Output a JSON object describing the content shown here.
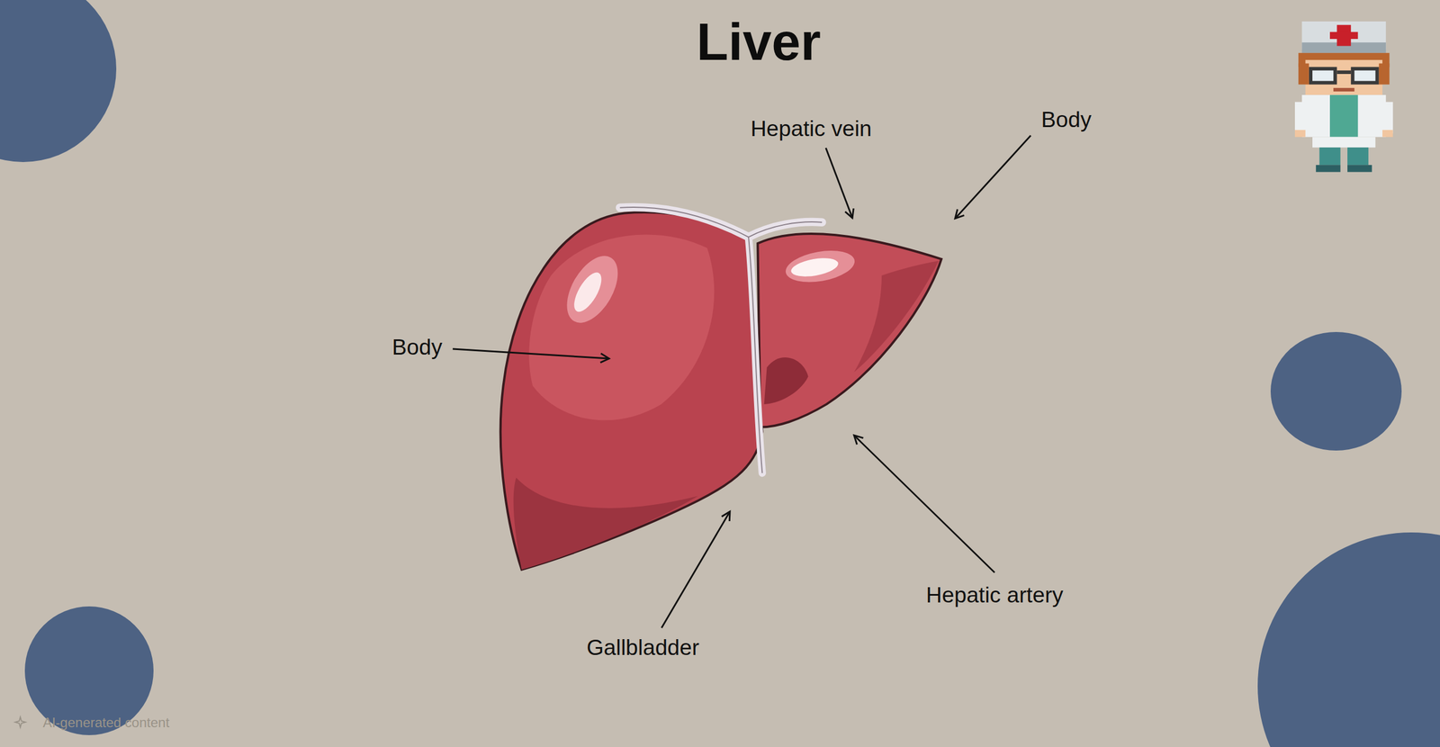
{
  "diagram": {
    "title": "Liver",
    "labels": [
      "Hepatic vein",
      "Body",
      "Body",
      "Hepatic artery",
      "Gallbladder",
      "AI-generated content"
    ]
  }
}
